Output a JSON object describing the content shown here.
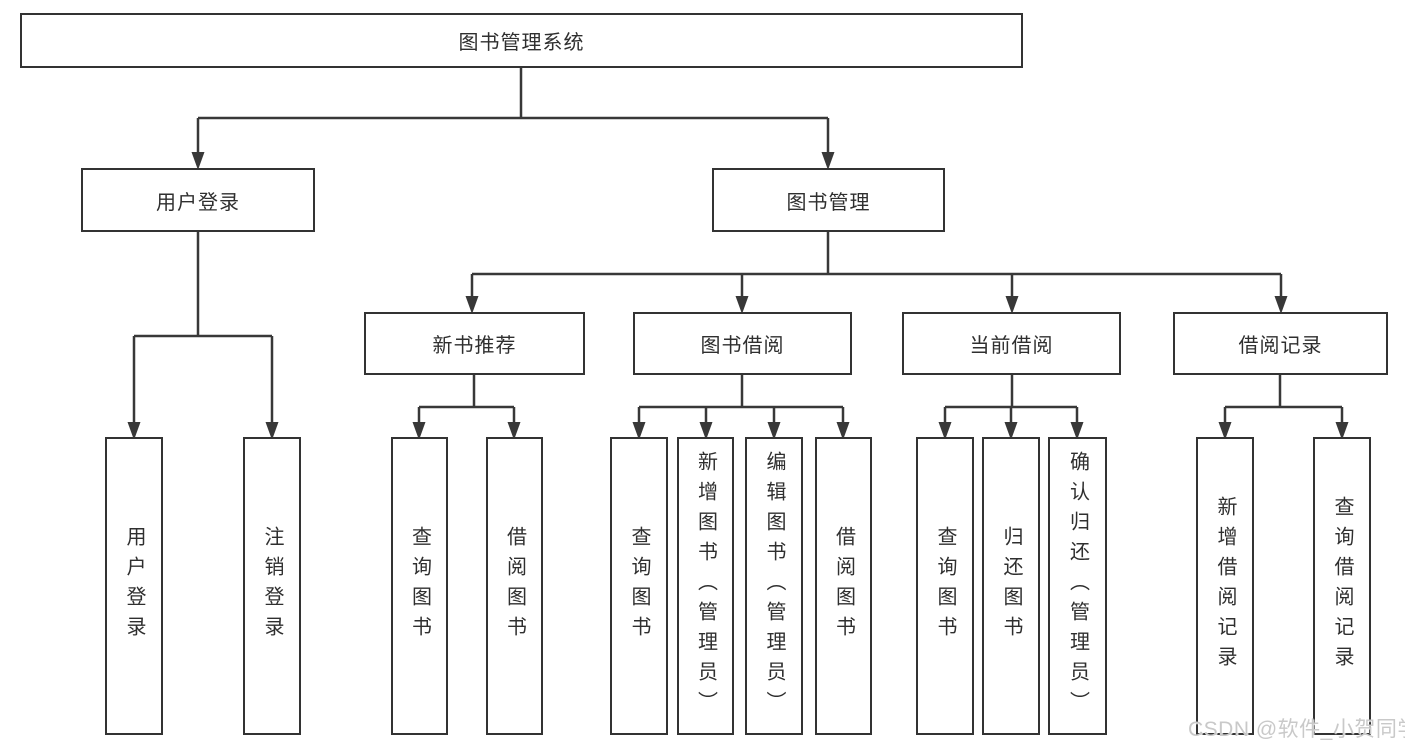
{
  "colors": {
    "line": "#383838",
    "box_border": "#333333",
    "text": "#2f2f2f",
    "watermark_color": "#c9c9c9"
  },
  "watermark": {
    "text": "CSDN @软件_小贺同学"
  },
  "tree": {
    "label": "图书管理系统",
    "children": [
      {
        "label": "用户登录",
        "children": [
          {
            "label": "用户登录"
          },
          {
            "label": "注销登录"
          }
        ]
      },
      {
        "label": "图书管理",
        "children": [
          {
            "label": "新书推荐",
            "children": [
              {
                "label": "查询图书"
              },
              {
                "label": "借阅图书"
              }
            ]
          },
          {
            "label": "图书借阅",
            "children": [
              {
                "label": "查询图书"
              },
              {
                "label": "新增图书（管理员）"
              },
              {
                "label": "编辑图书（管理员）"
              },
              {
                "label": "借阅图书"
              }
            ]
          },
          {
            "label": "当前借阅",
            "children": [
              {
                "label": "查询图书"
              },
              {
                "label": "归还图书"
              },
              {
                "label": "确认归还（管理员）"
              }
            ]
          },
          {
            "label": "借阅记录",
            "children": [
              {
                "label": "新增借阅记录"
              },
              {
                "label": "查询借阅记录"
              }
            ]
          }
        ]
      }
    ]
  }
}
